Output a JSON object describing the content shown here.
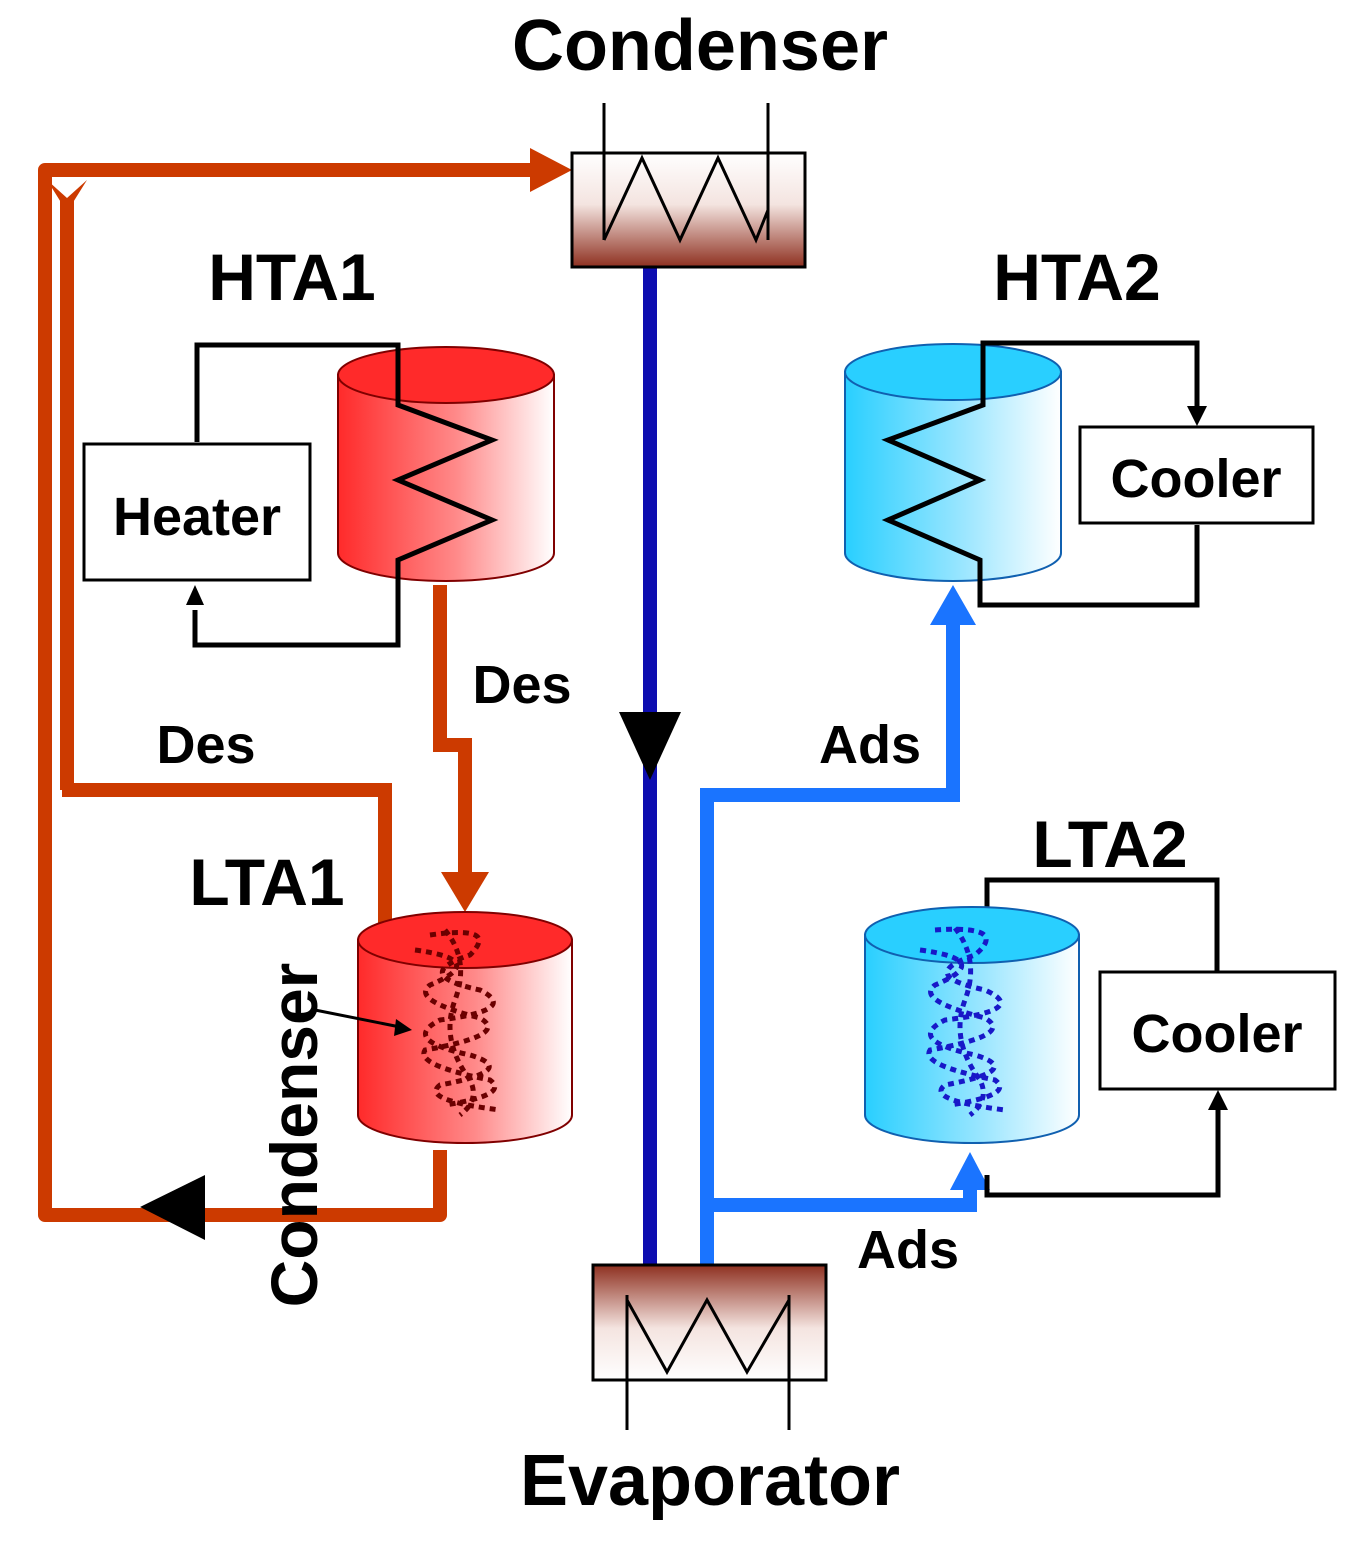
{
  "labels": {
    "condenser_top": "Condenser",
    "evaporator": "Evaporator",
    "hta1": "HTA1",
    "hta2": "HTA2",
    "lta1": "LTA1",
    "lta2": "LTA2",
    "heater": "Heater",
    "cooler_top": "Cooler",
    "cooler_bottom": "Cooler",
    "des_left": "Des",
    "des_center": "Des",
    "ads_upper": "Ads",
    "ads_lower": "Ads",
    "condenser_side": "Condenser"
  },
  "colors": {
    "desorption_line": "#cc3a00",
    "adsorption_line": "#1a74ff",
    "refrigerant_line": "#0d0db0",
    "hot_vessel": "#ff2a2a",
    "cold_vessel": "#29cfff",
    "heat_exchanger": "#9a3a2a",
    "coil": "#000000"
  }
}
